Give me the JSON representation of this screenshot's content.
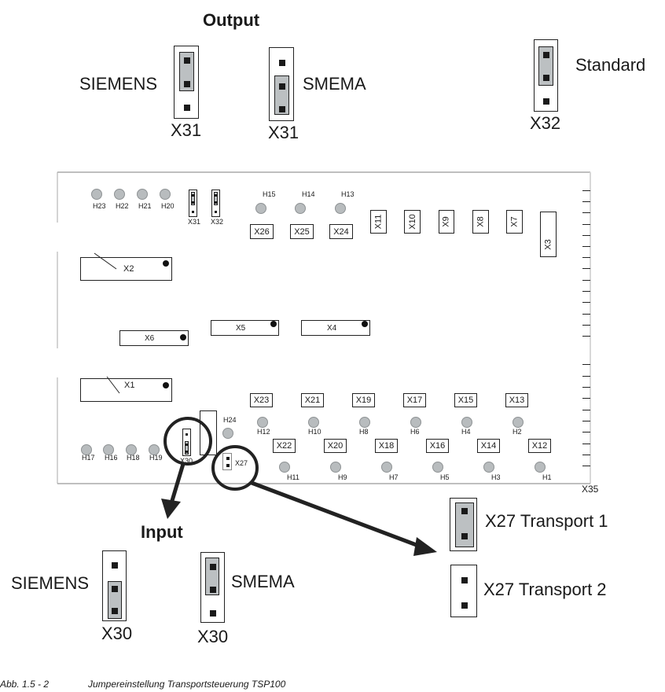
{
  "output_section": {
    "title": "Output",
    "jumpers": [
      {
        "mode_label": "SIEMENS",
        "connector": "X31",
        "bridged_pins": [
          1,
          2
        ]
      },
      {
        "mode_label": "SMEMA",
        "connector": "X31",
        "bridged_pins": [
          2,
          3
        ]
      },
      {
        "mode_label": "Standard",
        "connector": "X32",
        "bridged_pins": [
          1,
          2
        ]
      }
    ]
  },
  "board": {
    "leds_top_left": [
      "H23",
      "H22",
      "H21",
      "H20"
    ],
    "mini_jumpers": [
      "X31",
      "X32"
    ],
    "leds_top": [
      "H15",
      "H14",
      "H13"
    ],
    "connectors_top": [
      "X26",
      "X25",
      "X24"
    ],
    "vertical_connectors": [
      "X11",
      "X10",
      "X9",
      "X8",
      "X7",
      "X3"
    ],
    "large_connectors": [
      "X2",
      "X6",
      "X5",
      "X4",
      "X1"
    ],
    "upper_row_connectors": [
      "X23",
      "X21",
      "X19",
      "X17",
      "X15",
      "X13"
    ],
    "upper_row_leds": [
      "H12",
      "H10",
      "H8",
      "H6",
      "H4",
      "H2"
    ],
    "lower_row_connectors": [
      "X22",
      "X20",
      "X18",
      "X16",
      "X14",
      "X12"
    ],
    "lower_row_leds": [
      "H11",
      "H9",
      "H7",
      "H5",
      "H3",
      "H1"
    ],
    "leds_bottom_left": [
      "H17",
      "H16",
      "H18",
      "H19"
    ],
    "led_h24": "H24",
    "jumper_x30": "X30",
    "jumper_x27": "X27",
    "edge_connector": "X35"
  },
  "input_section": {
    "title": "Input",
    "jumpers": [
      {
        "mode_label": "SIEMENS",
        "connector": "X30",
        "bridged_pins": [
          2,
          3
        ]
      },
      {
        "mode_label": "SMEMA",
        "connector": "X30",
        "bridged_pins": [
          1,
          2
        ]
      }
    ]
  },
  "x27_section": {
    "options": [
      {
        "label": "X27 Transport 1",
        "bridged": true
      },
      {
        "label": "X27 Transport 2",
        "bridged": false
      }
    ]
  },
  "caption": {
    "figure": "Abb. 1.5 - 2",
    "text": "Jumpereinstellung Transportsteuerung TSP100"
  }
}
